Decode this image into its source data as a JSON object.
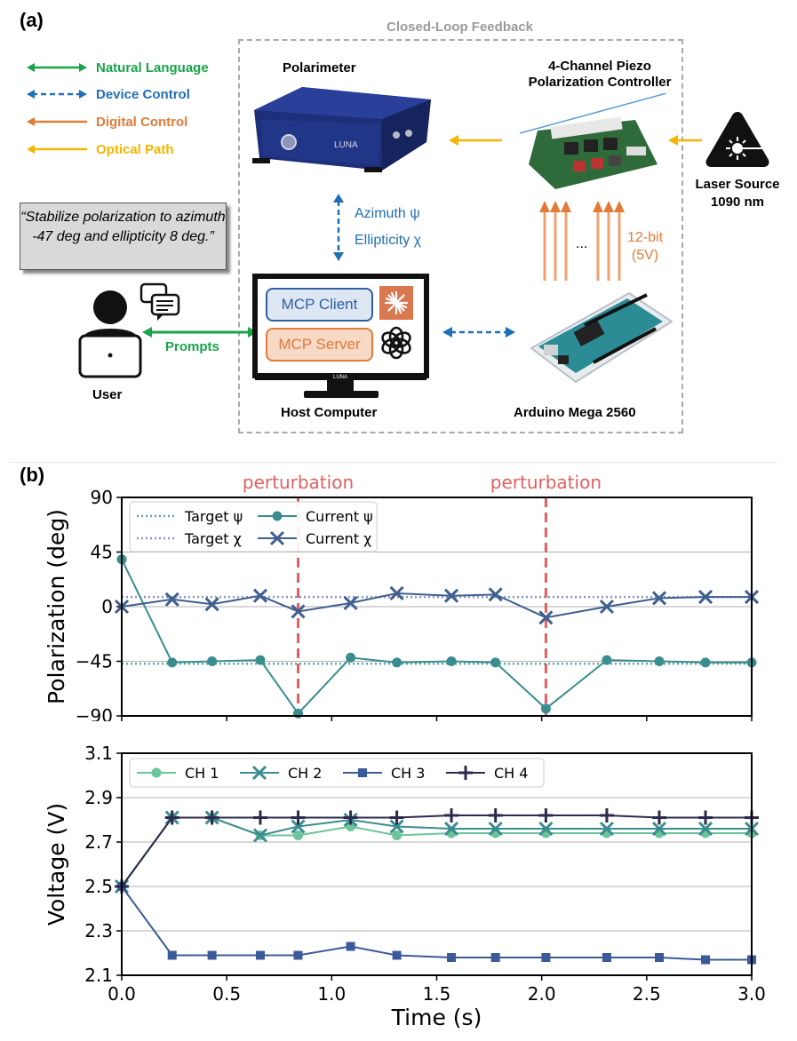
{
  "panel_a": {
    "label": "(a)",
    "feedback_title": "Closed-Loop Feedback",
    "legend": [
      {
        "label": "Natural Language",
        "color": "#1aa34a",
        "style": "solid"
      },
      {
        "label": "Device Control",
        "color": "#1f6fb5",
        "style": "dashed"
      },
      {
        "label": "Digital Control",
        "color": "#e07b39",
        "style": "solid"
      },
      {
        "label": "Optical Path",
        "color": "#f4b400",
        "style": "solid"
      }
    ],
    "polarimeter_label": "Polarimeter",
    "polarimeter_brand": "LUNA",
    "controller_label_line1": "4-Channel Piezo",
    "controller_label_line2": "Polarization Controller",
    "laser_label_line1": "Laser Source",
    "laser_label_line2": "1090 nm",
    "azimuth_label": "Azimuth ψ",
    "ellipticity_label": "Ellipticity χ",
    "quote": "“Stabilize polarization to azimuth -47 deg and ellipticity 8 deg.”",
    "bit_label_line1": "12-bit",
    "bit_label_line2": "(5V)",
    "ellipsis": "...",
    "prompts_label": "Prompts",
    "user_label": "User",
    "mcp_client": "MCP Client",
    "mcp_server": "MCP Server",
    "host_label": "Host Computer",
    "monitor_brand": "LUNA",
    "arduino_label": "Arduino Mega 2560"
  },
  "panel_b": {
    "label": "(b)"
  },
  "chart_data": [
    {
      "type": "line",
      "ylabel": "Polarization (deg)",
      "xlim": [
        0,
        3.0
      ],
      "ylim": [
        -90,
        90
      ],
      "yticks": [
        -90,
        -45,
        0,
        45,
        90
      ],
      "annotations": [
        {
          "text": "perturbation",
          "x": 0.84
        },
        {
          "text": "perturbation",
          "x": 2.02
        }
      ],
      "legend_placement": "top-left",
      "targets": [
        {
          "name": "Target ψ",
          "value": -47,
          "color": "#5aa9a6"
        },
        {
          "name": "Target χ",
          "value": 8,
          "color": "#8a93c8"
        }
      ],
      "series": [
        {
          "name": "Current ψ",
          "marker": "circle",
          "color": "#3a8c8f",
          "x": [
            0.0,
            0.24,
            0.43,
            0.66,
            0.84,
            1.09,
            1.31,
            1.57,
            1.78,
            2.02,
            2.31,
            2.56,
            2.78,
            3.0
          ],
          "y": [
            39,
            -46,
            -45,
            -44,
            -88,
            -42,
            -46,
            -45,
            -46,
            -84,
            -44,
            -45,
            -46,
            -46
          ]
        },
        {
          "name": "Current χ",
          "marker": "x",
          "color": "#3f5f8f",
          "x": [
            0.0,
            0.24,
            0.43,
            0.66,
            0.84,
            1.09,
            1.31,
            1.57,
            1.78,
            2.02,
            2.31,
            2.56,
            2.78,
            3.0
          ],
          "y": [
            0,
            6,
            2,
            9,
            -4,
            3,
            11,
            9,
            10,
            -9,
            0,
            7,
            8,
            8
          ]
        }
      ]
    },
    {
      "type": "line",
      "xlabel": "Time (s)",
      "ylabel": "Voltage (V)",
      "xlim": [
        0,
        3.0
      ],
      "ylim": [
        2.1,
        3.1
      ],
      "xticks": [
        0.0,
        0.5,
        1.0,
        1.5,
        2.0,
        2.5,
        3.0
      ],
      "yticks": [
        2.1,
        2.3,
        2.5,
        2.7,
        2.9,
        3.1
      ],
      "legend_placement": "top-left",
      "series": [
        {
          "name": "CH 1",
          "marker": "circle",
          "color": "#6cc49a",
          "x": [
            0.0,
            0.24,
            0.43,
            0.66,
            0.84,
            1.09,
            1.31,
            1.57,
            1.78,
            2.02,
            2.31,
            2.56,
            2.78,
            3.0
          ],
          "y": [
            2.5,
            2.81,
            2.81,
            2.73,
            2.73,
            2.77,
            2.73,
            2.74,
            2.74,
            2.74,
            2.74,
            2.74,
            2.74,
            2.74
          ]
        },
        {
          "name": "CH 2",
          "marker": "x",
          "color": "#3a8c8f",
          "x": [
            0.0,
            0.24,
            0.43,
            0.66,
            0.84,
            1.09,
            1.31,
            1.57,
            1.78,
            2.02,
            2.31,
            2.56,
            2.78,
            3.0
          ],
          "y": [
            2.5,
            2.81,
            2.81,
            2.73,
            2.77,
            2.8,
            2.77,
            2.76,
            2.76,
            2.76,
            2.76,
            2.76,
            2.76,
            2.76
          ]
        },
        {
          "name": "CH 3",
          "marker": "square",
          "color": "#3b5a9a",
          "x": [
            0.0,
            0.24,
            0.43,
            0.66,
            0.84,
            1.09,
            1.31,
            1.57,
            1.78,
            2.02,
            2.31,
            2.56,
            2.78,
            3.0
          ],
          "y": [
            2.5,
            2.19,
            2.19,
            2.19,
            2.19,
            2.23,
            2.19,
            2.18,
            2.18,
            2.18,
            2.18,
            2.18,
            2.17,
            2.17
          ]
        },
        {
          "name": "CH 4",
          "marker": "plus",
          "color": "#2e2a4e",
          "x": [
            0.0,
            0.24,
            0.43,
            0.66,
            0.84,
            1.09,
            1.31,
            1.57,
            1.78,
            2.02,
            2.31,
            2.56,
            2.78,
            3.0
          ],
          "y": [
            2.5,
            2.81,
            2.81,
            2.81,
            2.81,
            2.81,
            2.81,
            2.82,
            2.82,
            2.82,
            2.82,
            2.81,
            2.81,
            2.81
          ]
        }
      ]
    }
  ]
}
